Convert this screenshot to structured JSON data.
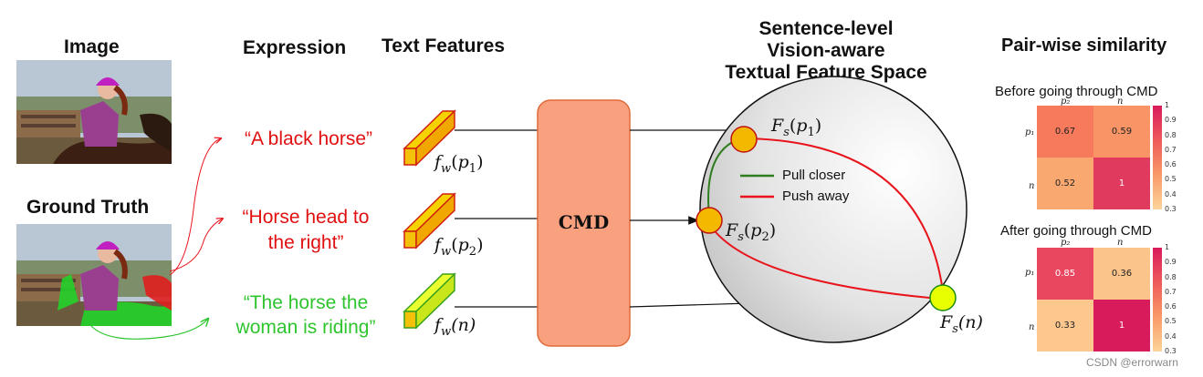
{
  "headers": {
    "image": "Image",
    "expression": "Expression",
    "text_features": "Text Features",
    "space_line1": "Sentence-level",
    "space_line2": "Vision-aware",
    "space_line3": "Textual Feature Space",
    "pairwise": "Pair-wise similarity",
    "ground_truth": "Ground Truth"
  },
  "expressions": {
    "e1": "“A black horse”",
    "e2_line1": "“Horse head to",
    "e2_line2": "the right”",
    "e3_line1": "“The horse the",
    "e3_line2": "woman is riding”"
  },
  "features": {
    "fw1": "f",
    "fw1_sub": "w",
    "fw1_arg": "(p",
    "fw1_argsub": "1",
    "fw1_close": ")",
    "fw2_arg": "(p",
    "fw2_argsub": "2",
    "fw3_arg": "(n)"
  },
  "module": {
    "label": "CMD"
  },
  "space_points": {
    "fs1_label": "F",
    "fs_sub": "s",
    "fs1_arg": "(p",
    "fs1_argsub": "1",
    "fs2_argsub": "2",
    "fs3_arg": "(n)",
    "close": ")"
  },
  "legend": {
    "pull": "Pull closer",
    "push": "Push away",
    "pull_color": "#2e7d1e",
    "push_color": "#e8141c"
  },
  "colors": {
    "red_text": "#e01010",
    "green_text": "#2ec42e",
    "cmd_fill": "#f9a07e",
    "cmd_border": "#e06a3a",
    "point_fill": "#f5b800",
    "green_point": "#e7ff00"
  },
  "heatmap_before": {
    "title": "Before going through CMD",
    "col_labels": [
      "p₂",
      "n"
    ],
    "row_labels": [
      "p₁",
      "n"
    ],
    "values": [
      [
        "0.67",
        "0.59"
      ],
      [
        "0.52",
        "1"
      ]
    ],
    "colorbar_ticks": [
      "1",
      "0.9",
      "0.8",
      "0.7",
      "0.6",
      "0.5",
      "0.4",
      "0.3"
    ]
  },
  "heatmap_after": {
    "title": "After going through CMD",
    "col_labels": [
      "p₂",
      "n"
    ],
    "row_labels": [
      "p₁",
      "n"
    ],
    "values": [
      [
        "0.85",
        "0.36"
      ],
      [
        "0.33",
        "1"
      ]
    ],
    "colorbar_ticks": [
      "1",
      "0.9",
      "0.8",
      "0.7",
      "0.6",
      "0.5",
      "0.4",
      "0.3"
    ]
  },
  "watermark": "CSDN @errorwarn"
}
